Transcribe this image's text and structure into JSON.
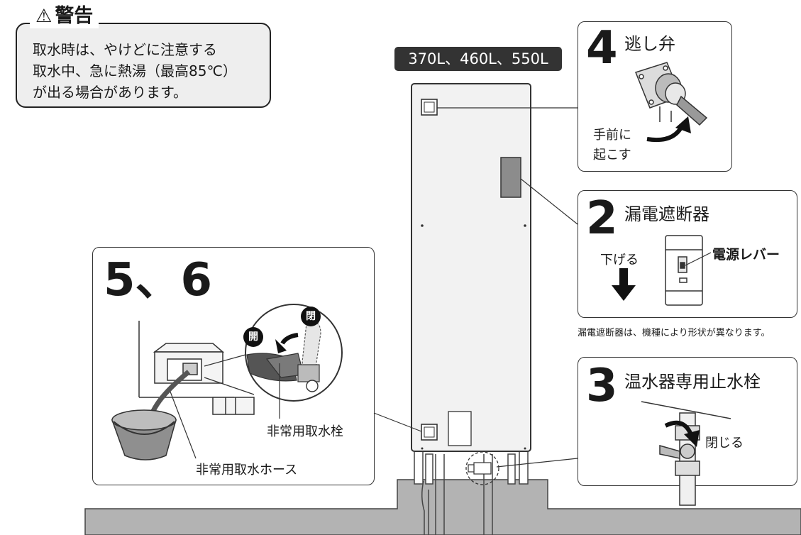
{
  "warning": {
    "title": "警告",
    "lines": [
      "取水時は、やけどに注意する",
      "取水中、急に熱湯（最高85℃）",
      "が出る場合があります。"
    ]
  },
  "model_badge": "370L、460L、550L",
  "step4": {
    "number": "4",
    "title": "逃し弁",
    "action_line1": "手前に",
    "action_line2": "起こす"
  },
  "step2": {
    "number": "2",
    "title": "漏電遮断器",
    "action": "下げる",
    "lever_label": "電源レバー",
    "note": "漏電遮断器は、機種により形状が異なります。"
  },
  "step3": {
    "number": "3",
    "title": "温水器専用止水栓",
    "action": "閉じる"
  },
  "step56": {
    "number": "5、6",
    "open_label": "開",
    "close_label": "閉",
    "faucet_label": "非常用取水栓",
    "hose_label": "非常用取水ホース"
  },
  "colors": {
    "ground": "#b3b3b3",
    "tank": "#f2f2f2",
    "dark": "#333333",
    "hose": "#555555"
  }
}
